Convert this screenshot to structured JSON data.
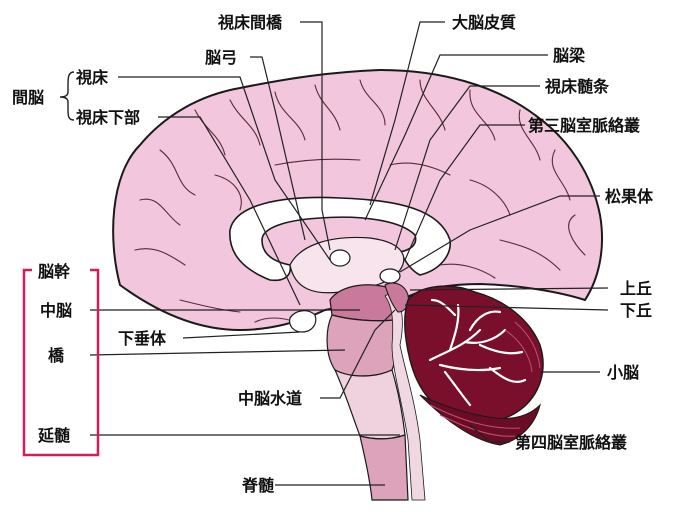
{
  "colors": {
    "cortex": "#f2c6dc",
    "cortex_outline": "#1a1a1a",
    "corpus_callosum": "#ffffff",
    "brainstem_dark": "#c97a9c",
    "brainstem_mid": "#dca3bb",
    "brainstem_light": "#efd2de",
    "cerebellum": "#7a0f2c",
    "brainstem_bracket": "#d61a5a"
  },
  "labels": {
    "shisho_kankyo": "視床間橋",
    "dainou_hishitsu": "大脳皮質",
    "nouryou": "脳梁",
    "noukyu": "脳弓",
    "shishou_zuijou": "視床髄条",
    "kannou": "間脳",
    "shishou": "視床",
    "shishou_kabu": "視床下部",
    "daisan_myakurakusou": "第三脳室脈絡叢",
    "shoukatai": "松果体",
    "noukan": "脳幹",
    "joukyuu": "上丘",
    "chuunou": "中脳",
    "kakyuu": "下丘",
    "kasuitai": "下垂体",
    "kyou": "橋",
    "shounou": "小脳",
    "chuunou_suidou": "中脳水道",
    "enzui": "延髄",
    "daiyon_myakurakusou": "第四脳室脈絡叢",
    "sekizui": "脊髄"
  }
}
